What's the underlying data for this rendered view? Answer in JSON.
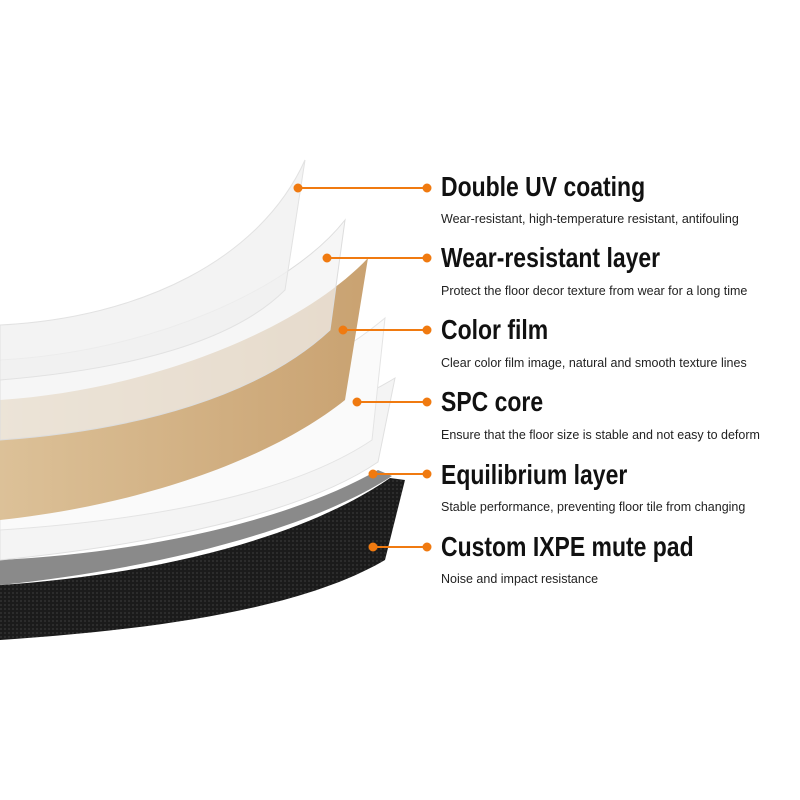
{
  "accent_color": "#f07a10",
  "layers": [
    {
      "title": "Double UV coating",
      "description": "Wear-resistant, high-temperature resistant, antifouling"
    },
    {
      "title": "Wear-resistant layer",
      "description": "Protect the floor decor texture from wear for a long time"
    },
    {
      "title": "Color film",
      "description": "Clear color film image, natural and smooth texture lines"
    },
    {
      "title": "SPC core",
      "description": "Ensure that the floor size is stable and not easy to deform"
    },
    {
      "title": "Equilibrium layer",
      "description": "Stable performance, preventing floor tile from changing"
    },
    {
      "title": "Custom IXPE mute pad",
      "description": "Noise and impact resistance"
    }
  ]
}
